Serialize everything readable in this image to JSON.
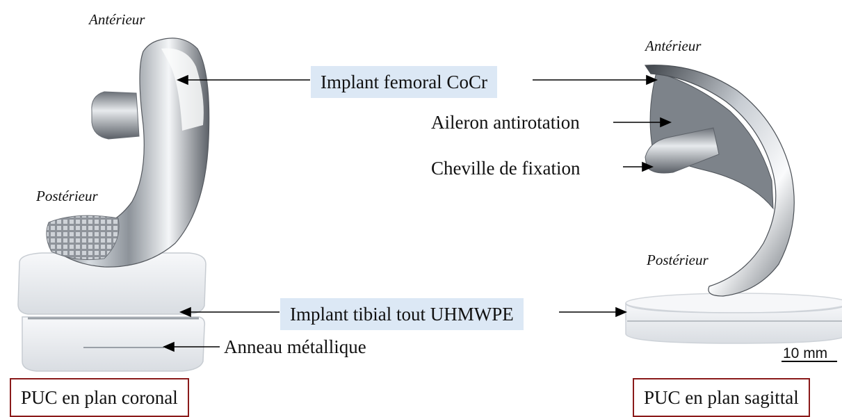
{
  "left_view": {
    "anterior_label": "Antérieur",
    "posterior_label": "Postérieur",
    "caption": "PUC en plan coronal"
  },
  "right_view": {
    "anterior_label": "Antérieur",
    "posterior_label": "Postérieur",
    "caption": "PUC en plan sagittal"
  },
  "callouts": {
    "femoral_implant": "Implant femoral CoCr",
    "antirotation_fin": "Aileron antirotation",
    "fixation_peg": "Cheville de fixation",
    "tibial_implant": "Implant tibial tout UHMWPE",
    "metal_ring": "Anneau métallique"
  },
  "scale_bar": {
    "label": "10 mm"
  },
  "colors": {
    "callout_bg": "#dce8f5",
    "caption_border": "#8a1a1a",
    "metal": "#b9bec4",
    "polyethylene": "#eef1f4"
  }
}
